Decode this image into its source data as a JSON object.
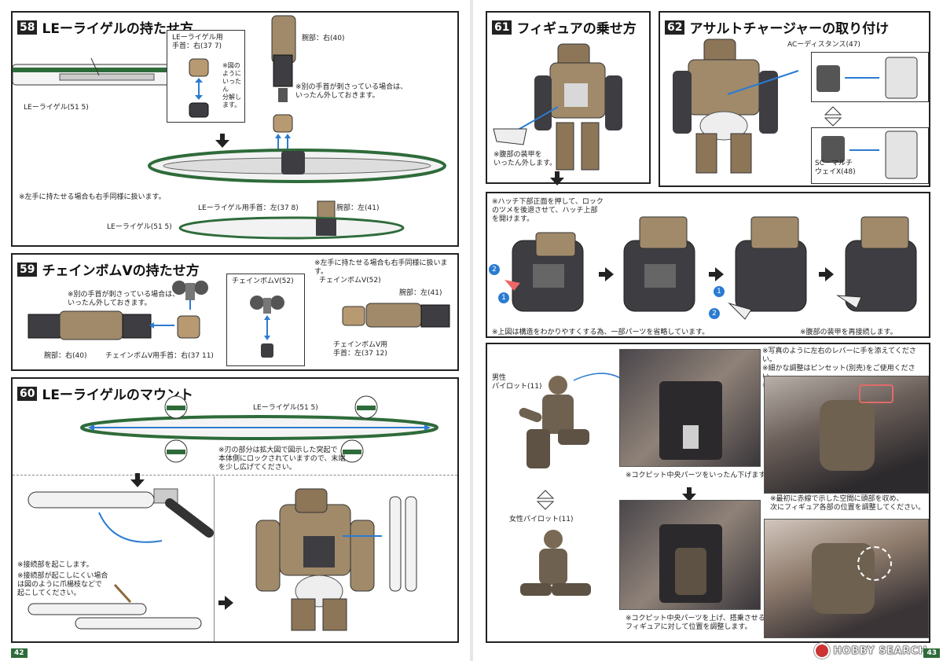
{
  "left_page": {
    "page_number": "42",
    "s58": {
      "num": "58",
      "title": "LEーライゲルの持たせ方",
      "hand_label": "LEーライゲル用\n手首：右(37 7)",
      "hand_note": "※図のようにいったん\n分解します。",
      "arm_label": "腕部：右(40)",
      "remove_note": "※別の手首が刺さっている場合は、\nいったん外しておきます。",
      "raigel_label": "LEーライゲル(51 5)",
      "left_hand_note": "※左手に持たせる場合も右手同様に扱います。",
      "hand_left_label": "LEーライゲル用手首：左(37 8)",
      "arm_left_label": "腕部：左(41)",
      "raigel_label_2": "LEーライゲル(51 5)"
    },
    "s59": {
      "num": "59",
      "title": "チェインボムVの持たせ方",
      "remove_note": "※別の手首が刺さっている場合は、\nいったん外しておきます。",
      "arm_label": "腕部：右(40)",
      "hand_label": "チェインボムV用手首：右(37 11)",
      "bomb_label": "チェインボムV(52)",
      "left_note": "※左手に持たせる場合も右手同様に扱います。",
      "bomb_label_2": "チェインボムV(52)",
      "arm_left_label": "腕部：左(41)",
      "hand_left_label": "チェインボムV用\n手首：左(37 12)"
    },
    "s60": {
      "num": "60",
      "title": "LEーライゲルのマウント",
      "raigel_label": "LEーライゲル(51 5)",
      "blade_note": "※刃の部分は拡大図で図示した突起で\n本体側にロックされていますので、末端\nを少し広げてください。",
      "connect_note": "※接続部を起こします。",
      "stiff_note": "※接続部が起こしにくい場合\nは図のように爪楊枝などで\n起こしてください。"
    }
  },
  "right_page": {
    "page_number": "43",
    "s61": {
      "num": "61",
      "title": "フィギュアの乗せ方",
      "armor_note": "※腹部の装甲を\nいったん外します。",
      "hatch_note": "※ハッチ下部正面を押して、ロック\nのツメを後退させて、ハッチ上部\nを開けます。",
      "structure_note": "※上図は構造をわかりやすくする為、一部パーツを省略しています。",
      "reattach_note": "※腹部の装甲を再接続します。",
      "male_label": "男性\nパイロット(11)",
      "female_label": "女性パイロット(11)",
      "lower_note": "※コクピット中央パーツをいったん下げます。",
      "raise_note": "※コクピット中央パーツを上げ、搭乗させる\nフィギュアに対して位置を調整します。",
      "photo_notes": "※写真のように左右のレバーに手を添えてください。\n※細かな調整はピンセット(別売)をご使用ください。\n※写真は説明の為に一部パーツを外しています。",
      "head_note": "※最初に赤線で示した空間に頭部を収め、\n次にフィギュア各部の位置を調整してください。",
      "step1": "1",
      "step2": "2"
    },
    "s62": {
      "num": "62",
      "title": "アサルトチャージャーの取り付け",
      "ac_label": "ACーディスタンス(47)",
      "sc_label": "SCーマルチ\nウェイX(48)"
    },
    "watermark": "HOBBY SEARCH"
  },
  "colors": {
    "tan": "#a08a6a",
    "dark_gray": "#3d3d42",
    "green": "#2e6b3a",
    "blue_arrow": "#2b7bd1",
    "photo_bg": "#9d8f86"
  }
}
